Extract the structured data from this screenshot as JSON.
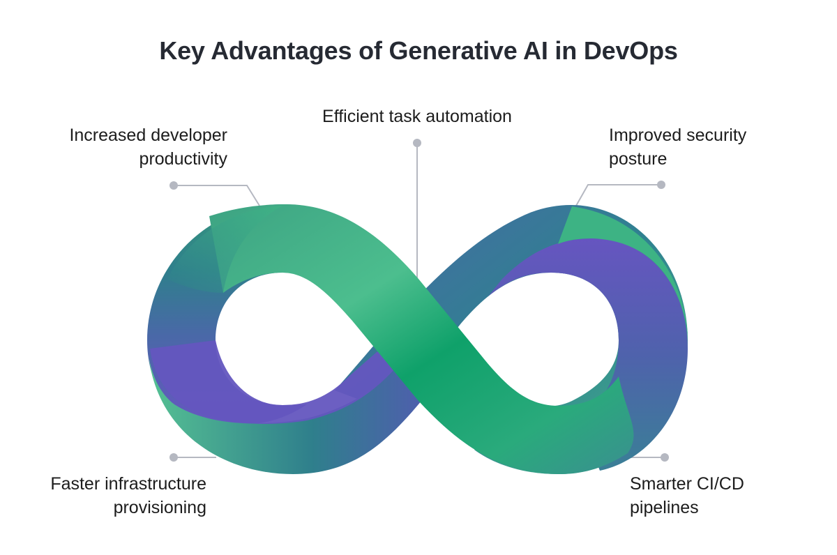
{
  "title": "Key Advantages of Generative AI in DevOps",
  "labels": {
    "top_left": [
      "Increased developer",
      "productivity"
    ],
    "top_center": [
      "Efficient task automation"
    ],
    "top_right": [
      "Improved security",
      "posture"
    ],
    "bottom_left": [
      "Faster infrastructure",
      "provisioning"
    ],
    "bottom_right": [
      "Smarter CI/CD",
      "pipelines"
    ]
  },
  "colors": {
    "green": "#12a36b",
    "light_green": "#4fbf8f",
    "teal": "#2f7f8c",
    "blue": "#4a68a8",
    "purple": "#6657c0",
    "connector": "#b5b8c1",
    "title": "#262a33"
  },
  "shape": "infinity-loop"
}
